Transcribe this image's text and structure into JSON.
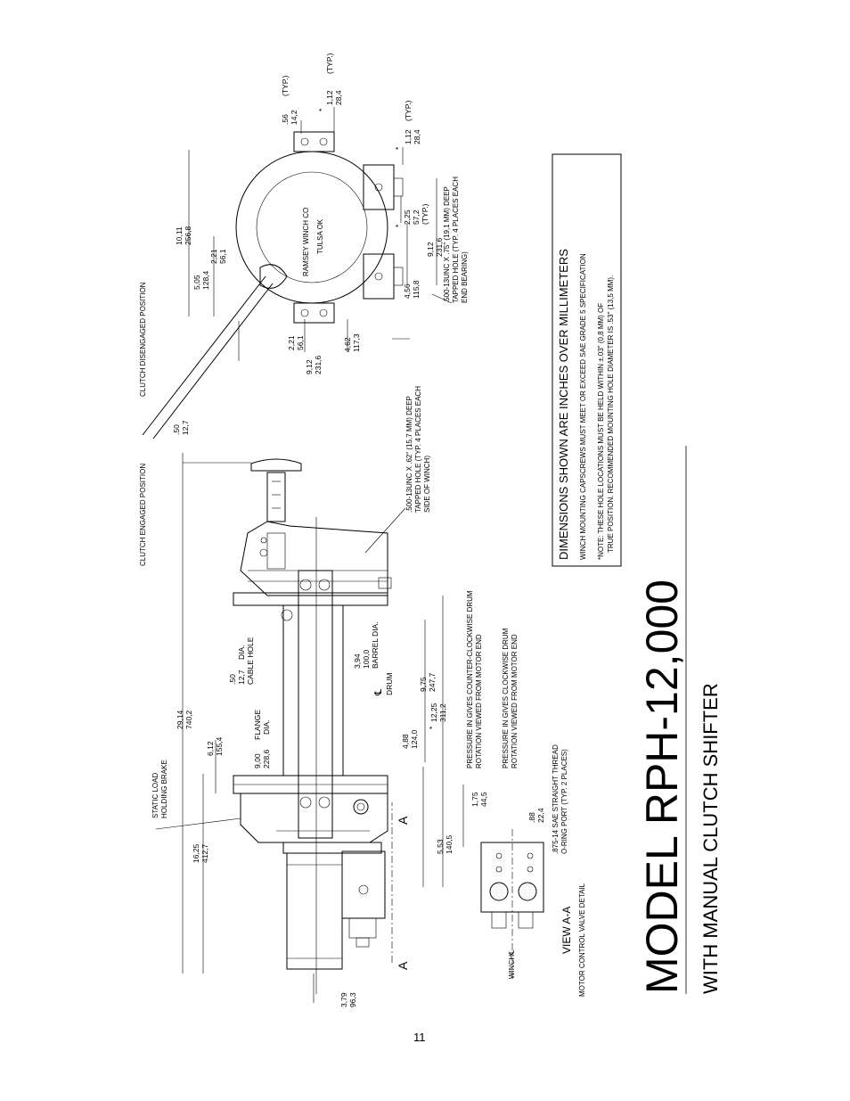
{
  "title": {
    "model": "MODEL RPH-12,000",
    "subtitle": "WITH MANUAL CLUTCH SHIFTER"
  },
  "page_number": "11",
  "info_box": {
    "heading": "DIMENSIONS SHOWN ARE INCHES OVER MILLIMETERS",
    "line1": "WINCH MOUNTING CAPSCREWS MUST MEET OR EXCEED SAE GRADE 5 SPECIFICATION",
    "line2": "*NOTE: THESE HOLE LOCATIONS MUST BE HELD WITHIN ±.03\" (0,8 MM) OF",
    "line3": "TRUE POSITION. RECOMMENDED MOUNTING HOLE DIAMETER IS .53\" (13,5 MM)."
  },
  "labels": {
    "clutch_engaged": "CLUTCH ENGAGED POSITION",
    "clutch_disengaged": "CLUTCH DISENGAGED POSITION",
    "static_load_1": "STATIC LOAD",
    "static_load_2": "HOLDING BRAKE",
    "cable_hole_1": ".50",
    "cable_hole_2": "12,7",
    "cable_hole_3": "DIA.",
    "cable_hole_4": "CABLE HOLE",
    "barrel_1": "3,94",
    "barrel_2": "100,0",
    "barrel_3": "BARREL DIA.",
    "flange_1": "9,00",
    "flange_2": "228,6",
    "flange_3": "FLANGE",
    "flange_4": "DIA.",
    "drum_cl": "℄",
    "drum": "DRUM",
    "tapped_1": ".500-13UNC X .62\" (15,7 MM) DEEP",
    "tapped_2": "TAPPED HOLE (TYP. 4 PLACES EACH",
    "tapped_3": "SIDE OF WINCH)",
    "tapped_end_1": ".500-13UNC X .75\" (19,1 MM) DEEP",
    "tapped_end_2": "TAPPED HOLE (TYP. 4 PLACES EACH",
    "tapped_end_3": "END BEARING)",
    "nameplate_1": "RAMSEY WINCH CO",
    "nameplate_2": "TULSA OK",
    "ccw_1": "PRESSURE IN GIVES COUNTER-CLOCKWISE DRUM",
    "ccw_2": "ROTATION VIEWED FROM MOTOR END",
    "cw_1": "PRESSURE IN GIVES CLOCKWISE DRUM",
    "cw_2": "ROTATION VIEWED FROM MOTOR END",
    "port_1": ".875-14 SAE STRAIGHT THREAD",
    "port_2": "O-RING PORT (TYP. 2 PLACES)",
    "view_aa": "VIEW  A-A",
    "motor_valve": "MOTOR CONTROL VALVE DETAIL",
    "winch_cl": "WINCH℄",
    "section_a": "A",
    "typ": "(TYP.)",
    "star": "*"
  },
  "dimensions": {
    "d0_50_in": ".50",
    "d0_50_mm": "12,7",
    "d29_14_in": "29,14",
    "d29_14_mm": "740,2",
    "d16_25_in": "16,25",
    "d16_25_mm": "412,7",
    "d6_12_in": "6,12",
    "d6_12_mm": "155,4",
    "d3_79_in": "3,79",
    "d3_79_mm": "96,3",
    "d9_75_in": "9,75",
    "d9_75_mm": "247,7",
    "d12_25_in": "12,25",
    "d12_25_mm": "311,2",
    "d4_88_in": "4,88",
    "d4_88_mm": "124,0",
    "d5_53_in": "5,53",
    "d5_53_mm": "140,5",
    "d1_75_in": "1,75",
    "d1_75_mm": "44,5",
    "d0_88_in": ".88",
    "d0_88_mm": "22,4",
    "d10_11_in": "10,11",
    "d10_11_mm": "256,8",
    "d5_05_in": "5,05",
    "d5_05_mm": "128,4",
    "d2_21a_in": "2,21",
    "d2_21a_mm": "56,1",
    "d2_21b_in": "2,21",
    "d2_21b_mm": "56,1",
    "d9_12a_in": "9,12",
    "d9_12a_mm": "231,6",
    "d4_62_in": "4,62",
    "d4_62_mm": "117,3",
    "d0_56_in": ".56",
    "d0_56_mm": "14,2",
    "d1_12a_in": "1,12",
    "d1_12a_mm": "28,4",
    "d1_12b_in": "1,12",
    "d1_12b_mm": "28,4",
    "d2_25_in": "2,25",
    "d2_25_mm": "57,2",
    "d9_12b_in": "9,12",
    "d9_12b_mm": "231,6",
    "d4_56_in": "4,56",
    "d4_56_mm": "115,8"
  }
}
